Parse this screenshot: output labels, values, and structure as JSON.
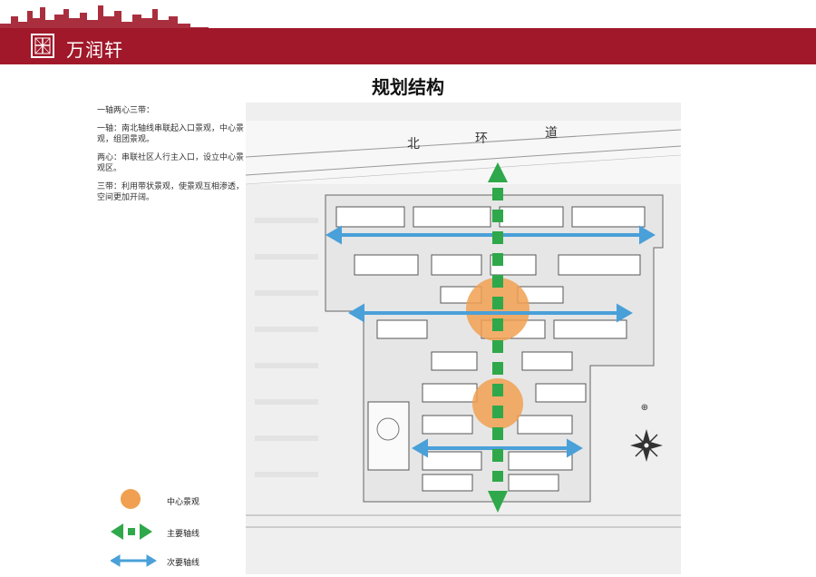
{
  "header": {
    "brand": "万润轩",
    "accent_color": "#a0182a",
    "logo_icon": "building-logo-icon"
  },
  "page_title": "规划结构",
  "description": {
    "heading": "一轴两心三带：",
    "items": [
      "一轴：南北轴线串联起入口景观，中心景观，组团景观。",
      "两心：串联社区人行主入口，设立中心景观区。",
      "三带：利用带状景观，使景观互相渗透，空间更加开阔。"
    ]
  },
  "plan": {
    "road_label": [
      "北",
      "环",
      "道"
    ],
    "center_color": "#f0a050",
    "main_axis_color": "#2ea84a",
    "secondary_axis_color": "#4aa0d8",
    "compass_icon": "compass-rose-icon"
  },
  "legend": {
    "items": [
      {
        "label": "中心景观",
        "icon": "orange-circle-icon"
      },
      {
        "label": "主要轴线",
        "icon": "green-dashed-double-arrow-icon"
      },
      {
        "label": "次要轴线",
        "icon": "blue-double-arrow-icon"
      }
    ]
  }
}
